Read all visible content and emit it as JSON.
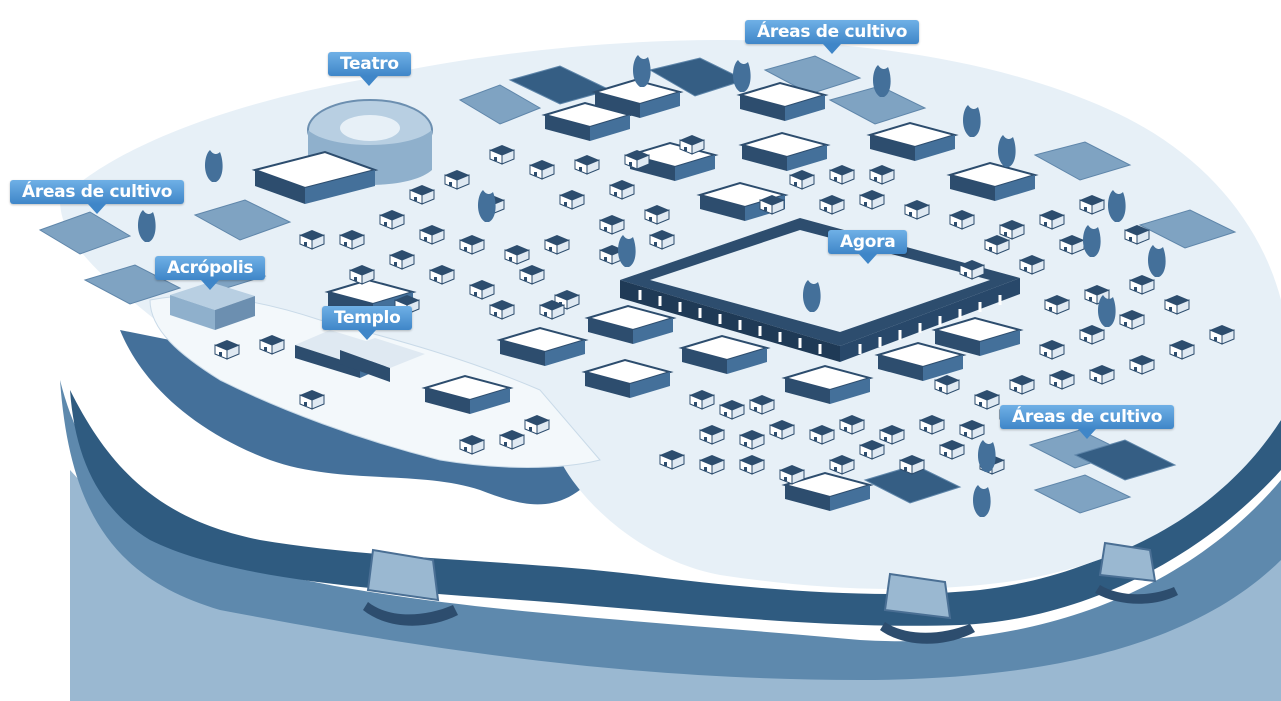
{
  "labels": {
    "teatro": "Teatro",
    "areas_top": "Áreas de cultivo",
    "areas_left": "Áreas de cultivo",
    "areas_right": "Áreas de cultivo",
    "acropolis": "Acrópolis",
    "templo": "Templo",
    "agora": "Agora"
  },
  "colors": {
    "sea_deep": "#2f5b80",
    "sea_mid": "#5e89ad",
    "sea_light": "#9ab8d1",
    "land": "#e7f0f7",
    "building": "#2d4d6e",
    "roof": "#ffffff",
    "label_bg": "#4a90d0",
    "field": "#7fa3c2"
  }
}
